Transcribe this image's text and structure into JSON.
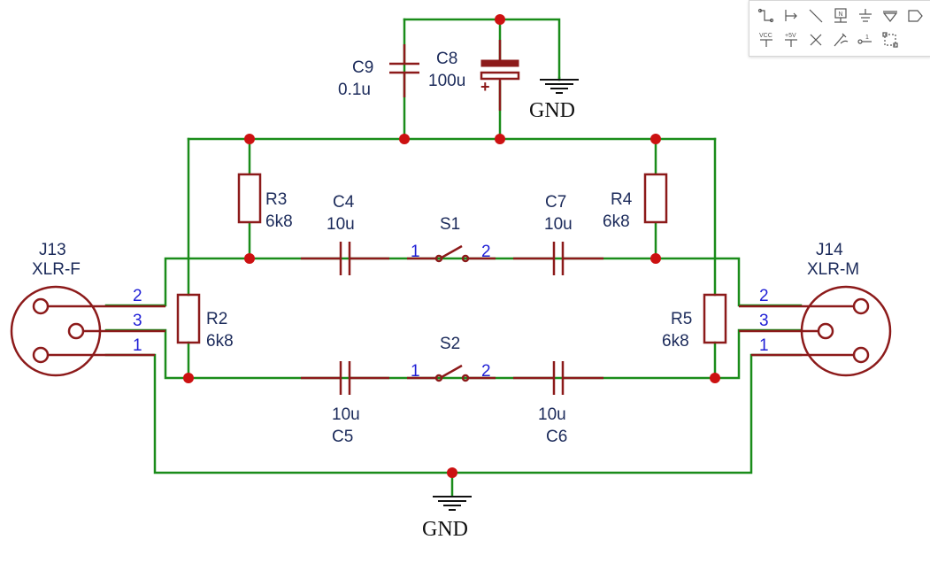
{
  "components": {
    "j13": {
      "ref": "J13",
      "value": "XLR-F",
      "pins": [
        "2",
        "3",
        "1"
      ]
    },
    "j14": {
      "ref": "J14",
      "value": "XLR-M",
      "pins": [
        "2",
        "3",
        "1"
      ]
    },
    "c9": {
      "ref": "C9",
      "value": "0.1u"
    },
    "c8": {
      "ref": "C8",
      "value": "100u",
      "polarity": "+"
    },
    "gnd_top": {
      "label": "GND"
    },
    "gnd_bottom": {
      "label": "GND"
    },
    "r3": {
      "ref": "R3",
      "value": "6k8"
    },
    "r4": {
      "ref": "R4",
      "value": "6k8"
    },
    "r2": {
      "ref": "R2",
      "value": "6k8"
    },
    "r5": {
      "ref": "R5",
      "value": "6k8"
    },
    "c4": {
      "ref": "C4",
      "value": "10u"
    },
    "c7": {
      "ref": "C7",
      "value": "10u"
    },
    "c5": {
      "ref": "C5",
      "value": "10u"
    },
    "c6": {
      "ref": "C6",
      "value": "10u"
    },
    "s1": {
      "ref": "S1",
      "pin1": "1",
      "pin2": "2"
    },
    "s2": {
      "ref": "S2",
      "pin1": "1",
      "pin2": "2"
    }
  },
  "toolbar": {
    "buttons": [
      {
        "name": "wire-tool-icon"
      },
      {
        "name": "bus-tool-icon"
      },
      {
        "name": "line-tool-icon"
      },
      {
        "name": "net-label-icon",
        "text": "N"
      },
      {
        "name": "ground-tool-icon"
      },
      {
        "name": "ground-triangle-icon"
      },
      {
        "name": "port-tool-icon"
      },
      {
        "name": "vcc-tool-icon",
        "text": "VCC"
      },
      {
        "name": "plus5v-tool-icon",
        "text": "+5V"
      },
      {
        "name": "no-connect-icon"
      },
      {
        "name": "pen-tool-icon"
      },
      {
        "name": "pin-tool-icon",
        "text": "1"
      },
      {
        "name": "select-tool-icon"
      }
    ]
  }
}
